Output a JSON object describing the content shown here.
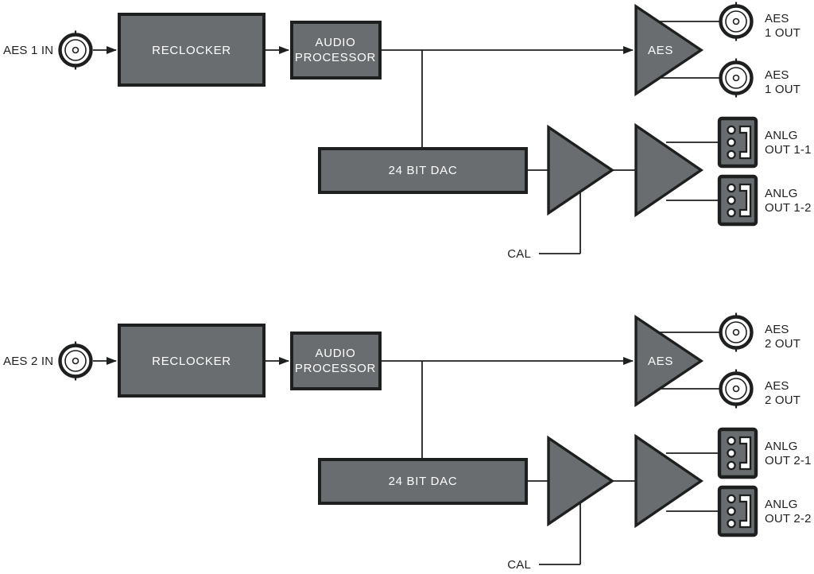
{
  "diagram": {
    "type": "signal-flow-block-diagram",
    "colors": {
      "background": "#ffffff",
      "block_fill": "#696d6f",
      "outline": "#1e1f1f",
      "block_text": "#ffffff",
      "label_text": "#1e1f1f"
    },
    "channels": [
      {
        "input_label": "AES 1 IN",
        "reclocker": "RECLOCKER",
        "audio_processor_line1": "AUDIO",
        "audio_processor_line2": "PROCESSOR",
        "dac": "24 BIT DAC",
        "aes_driver": "AES",
        "cal": "CAL",
        "aes_out_top": {
          "line1": "AES",
          "line2": "1 OUT"
        },
        "aes_out_bottom": {
          "line1": "AES",
          "line2": "1 OUT"
        },
        "anlg_out_top": {
          "line1": "ANLG",
          "line2": "OUT 1-1"
        },
        "anlg_out_bottom": {
          "line1": "ANLG",
          "line2": "OUT 1-2"
        }
      },
      {
        "input_label": "AES 2 IN",
        "reclocker": "RECLOCKER",
        "audio_processor_line1": "AUDIO",
        "audio_processor_line2": "PROCESSOR",
        "dac": "24 BIT DAC",
        "aes_driver": "AES",
        "cal": "CAL",
        "aes_out_top": {
          "line1": "AES",
          "line2": "2 OUT"
        },
        "aes_out_bottom": {
          "line1": "AES",
          "line2": "2 OUT"
        },
        "anlg_out_top": {
          "line1": "ANLG",
          "line2": "OUT 2-1"
        },
        "anlg_out_bottom": {
          "line1": "ANLG",
          "line2": "OUT 2-2"
        }
      }
    ]
  }
}
